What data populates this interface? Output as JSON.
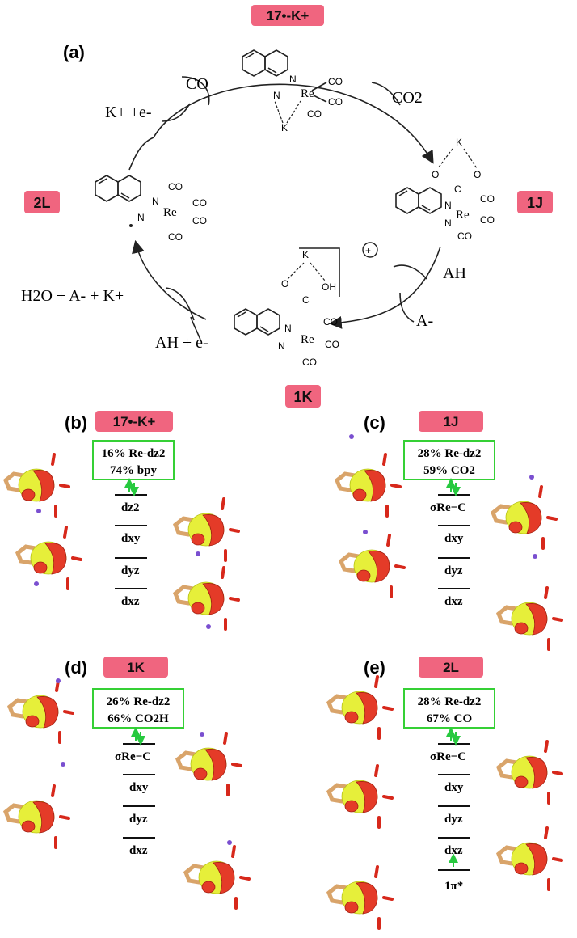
{
  "panel_a": {
    "label": "(a)",
    "badges": {
      "top": "17•-K+",
      "left": "2L",
      "right": "1J",
      "bottom": "1K"
    },
    "reactions": {
      "co_out": "CO",
      "k_e_in": "K+ +e-",
      "co2_in": "CO2",
      "ah_in": "AH",
      "a_out": "A-",
      "h2o_out": "H2O + A- + K+",
      "ah_e_in": "AH + e-"
    },
    "atoms": {
      "co": "CO",
      "re": "Re",
      "n": "N",
      "k": "K",
      "o": "O",
      "c": "C",
      "oh": "OH",
      "plus": "+"
    }
  },
  "panels": [
    {
      "label": "(b)",
      "badge": "17•-K+",
      "box_line1": "16% Re-dz2",
      "box_line2": "74% bpy",
      "levels": [
        "dz2",
        "dxy",
        "dyz",
        "dxz"
      ]
    },
    {
      "label": "(c)",
      "badge": "1J",
      "box_line1": "28% Re-dz2",
      "box_line2": "59% CO2",
      "levels": [
        "σRe−C",
        "dxy",
        "dyz",
        "dxz"
      ]
    },
    {
      "label": "(d)",
      "badge": "1K",
      "box_line1": "26% Re-dz2",
      "box_line2": "66% CO2H",
      "levels": [
        "σRe−C",
        "dxy",
        "dyz",
        "dxz"
      ]
    },
    {
      "label": "(e)",
      "badge": "2L",
      "box_line1": "28% Re-dz2",
      "box_line2": "67% CO",
      "levels": [
        "σRe−C",
        "dxy",
        "dyz",
        "dxz",
        "1π*"
      ]
    }
  ],
  "colors": {
    "badge": "#f0657f",
    "box_border": "#35d035",
    "arrow_green": "#27c93f",
    "orbital_red": "#e43b28",
    "orbital_yellow": "#e6ef3a"
  }
}
